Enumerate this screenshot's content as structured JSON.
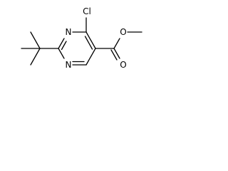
{
  "molecule": {
    "atoms": {
      "n1": "N",
      "n2": "N",
      "cl": "Cl",
      "o_carbonyl": "O",
      "o_ester": "O"
    }
  }
}
